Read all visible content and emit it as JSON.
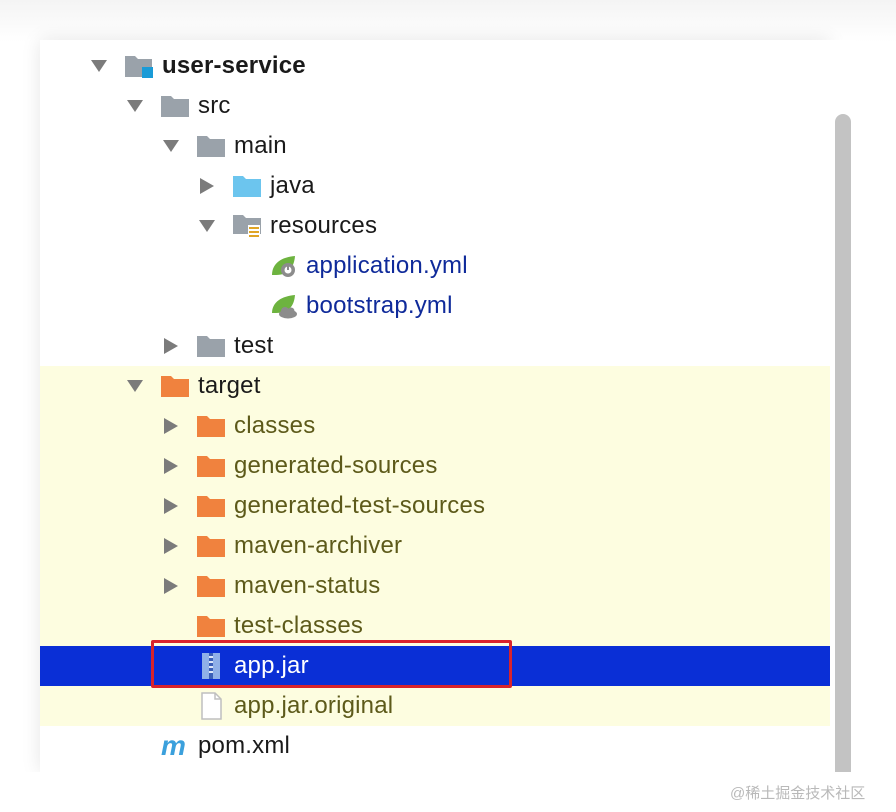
{
  "project_tree": {
    "root": {
      "label": "user-service"
    },
    "src": {
      "label": "src"
    },
    "main": {
      "label": "main"
    },
    "java": {
      "label": "java"
    },
    "resources": {
      "label": "resources"
    },
    "application_yml": {
      "label": "application.yml"
    },
    "bootstrap_yml": {
      "label": "bootstrap.yml"
    },
    "test": {
      "label": "test"
    },
    "target": {
      "label": "target"
    },
    "classes": {
      "label": "classes"
    },
    "generated_sources": {
      "label": "generated-sources"
    },
    "generated_test_sources": {
      "label": "generated-test-sources"
    },
    "maven_archiver": {
      "label": "maven-archiver"
    },
    "maven_status": {
      "label": "maven-status"
    },
    "test_classes": {
      "label": "test-classes"
    },
    "app_jar": {
      "label": "app.jar"
    },
    "app_jar_original": {
      "label": "app.jar.original"
    },
    "pom_xml": {
      "label": "pom.xml"
    }
  },
  "colors": {
    "folder_gray": "#9aa2aa",
    "folder_orange": "#f0823e",
    "folder_blue": "#6cc5ee",
    "spring_green": "#6db33f",
    "selection_blue": "#0a2fd6",
    "excluded_tint": "#fdfde0",
    "highlight_red": "#d9232c"
  },
  "watermark": "@稀土掘金技术社区"
}
